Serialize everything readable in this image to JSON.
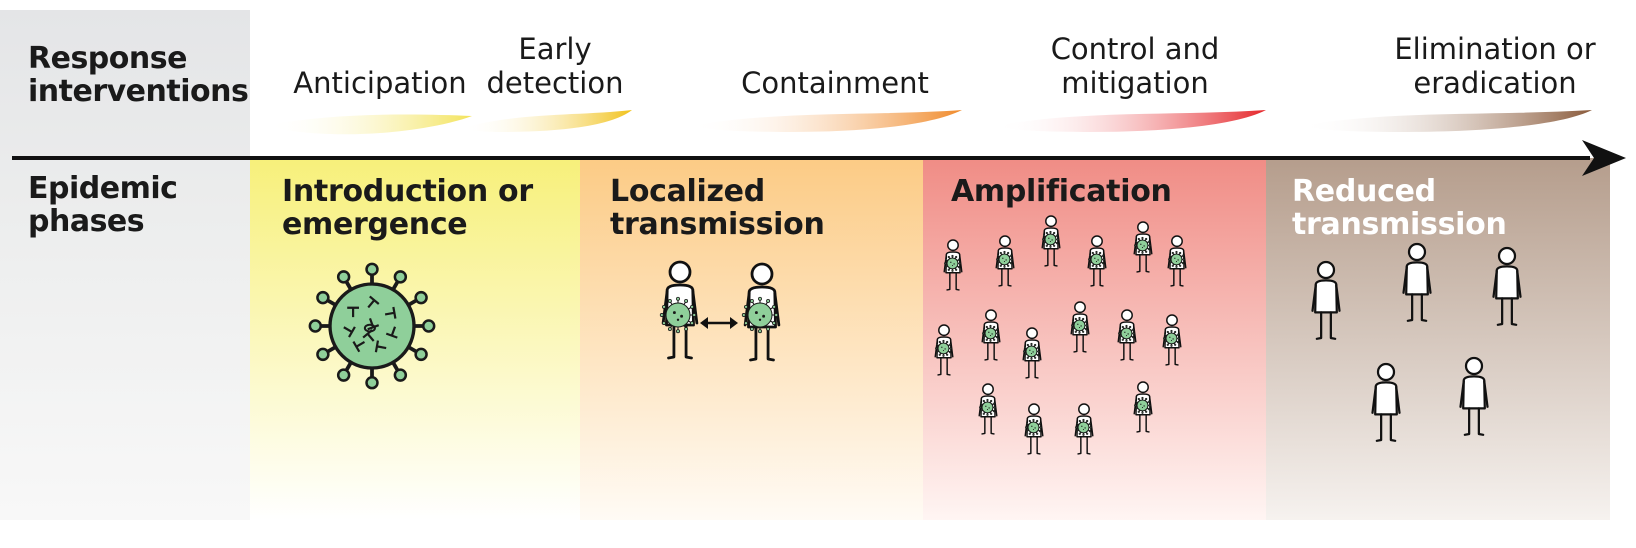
{
  "row_labels": {
    "response": "Response\ninterventions",
    "epidemic": "Epidemic\nphases"
  },
  "interventions": [
    {
      "label": "Anticipation",
      "color": "#f3e35a"
    },
    {
      "label": "Early\ndetection",
      "color": "#f1c21b"
    },
    {
      "label": "Containment",
      "color": "#f08a2a"
    },
    {
      "label": "Control and\nmitigation",
      "color": "#e5262a"
    },
    {
      "label": "Elimination or\neradication",
      "color": "#8a5a3a"
    }
  ],
  "phases": [
    {
      "title": "Introduction or\nemergence",
      "color_top": "#f7f07a",
      "color_bottom": "#ffffff"
    },
    {
      "title": "Localized\ntransmission",
      "color_top": "#fccb85",
      "color_bottom": "#fffbf5"
    },
    {
      "title": "Amplification",
      "color_top": "#f08c85",
      "color_bottom": "#fff5f3"
    },
    {
      "title": "Reduced\ntransmission",
      "color_top": "#b59d8c",
      "color_bottom": "#f6f2ef"
    }
  ],
  "icons": {
    "virus": "virus-icon",
    "person": "person-icon",
    "arrow": "double-arrow-icon"
  }
}
